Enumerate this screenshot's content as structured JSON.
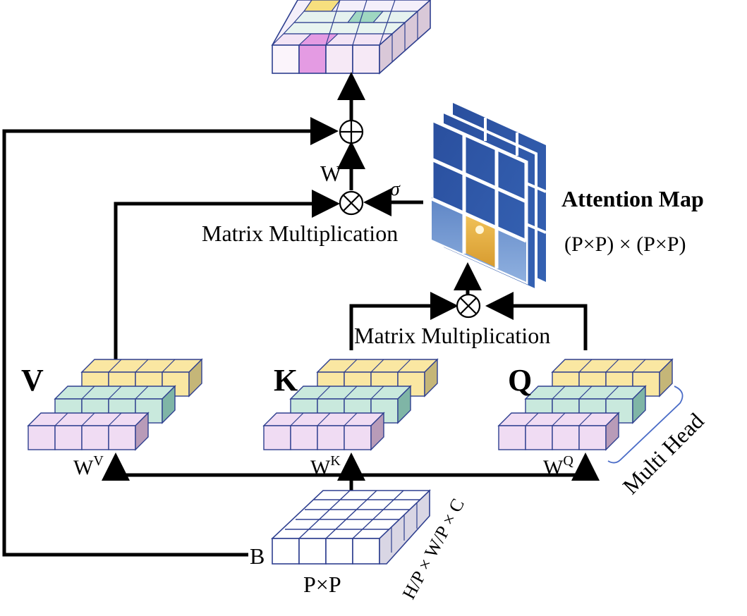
{
  "labels": {
    "attention_map_title": "Attention Map",
    "attention_map_size": "(P×P) × (P×P)",
    "matmul_top": "Matrix Multiplication",
    "matmul_mid": "Matrix Multiplication",
    "sigma": "σ",
    "w": "W",
    "v": "V",
    "k": "K",
    "q": "Q",
    "wv_base": "W",
    "wv_sup": "V",
    "wk_base": "W",
    "wk_sup": "K",
    "wq_base": "W",
    "wq_sup": "Q",
    "multi_head": "Multi Head",
    "b": "B",
    "pxp": "P×P",
    "dims": "H/P × W/P × C"
  },
  "colors": {
    "line": "#000000",
    "grid_stroke": "#2e3f8f",
    "head_yellow": "#fae7a2",
    "head_green": "#c9e9dd",
    "head_pink": "#f0dcf3",
    "input_white": "#ffffff",
    "output_highlight_yellow": "#f7df7e",
    "output_highlight_green": "#9fd7c1",
    "output_highlight_pink": "#e49be3",
    "attention_blue": "#2f57a8",
    "attention_highlight": "#e7b14a"
  },
  "icons": {
    "add": "circle-plus-icon",
    "multiply": "circle-times-icon"
  }
}
